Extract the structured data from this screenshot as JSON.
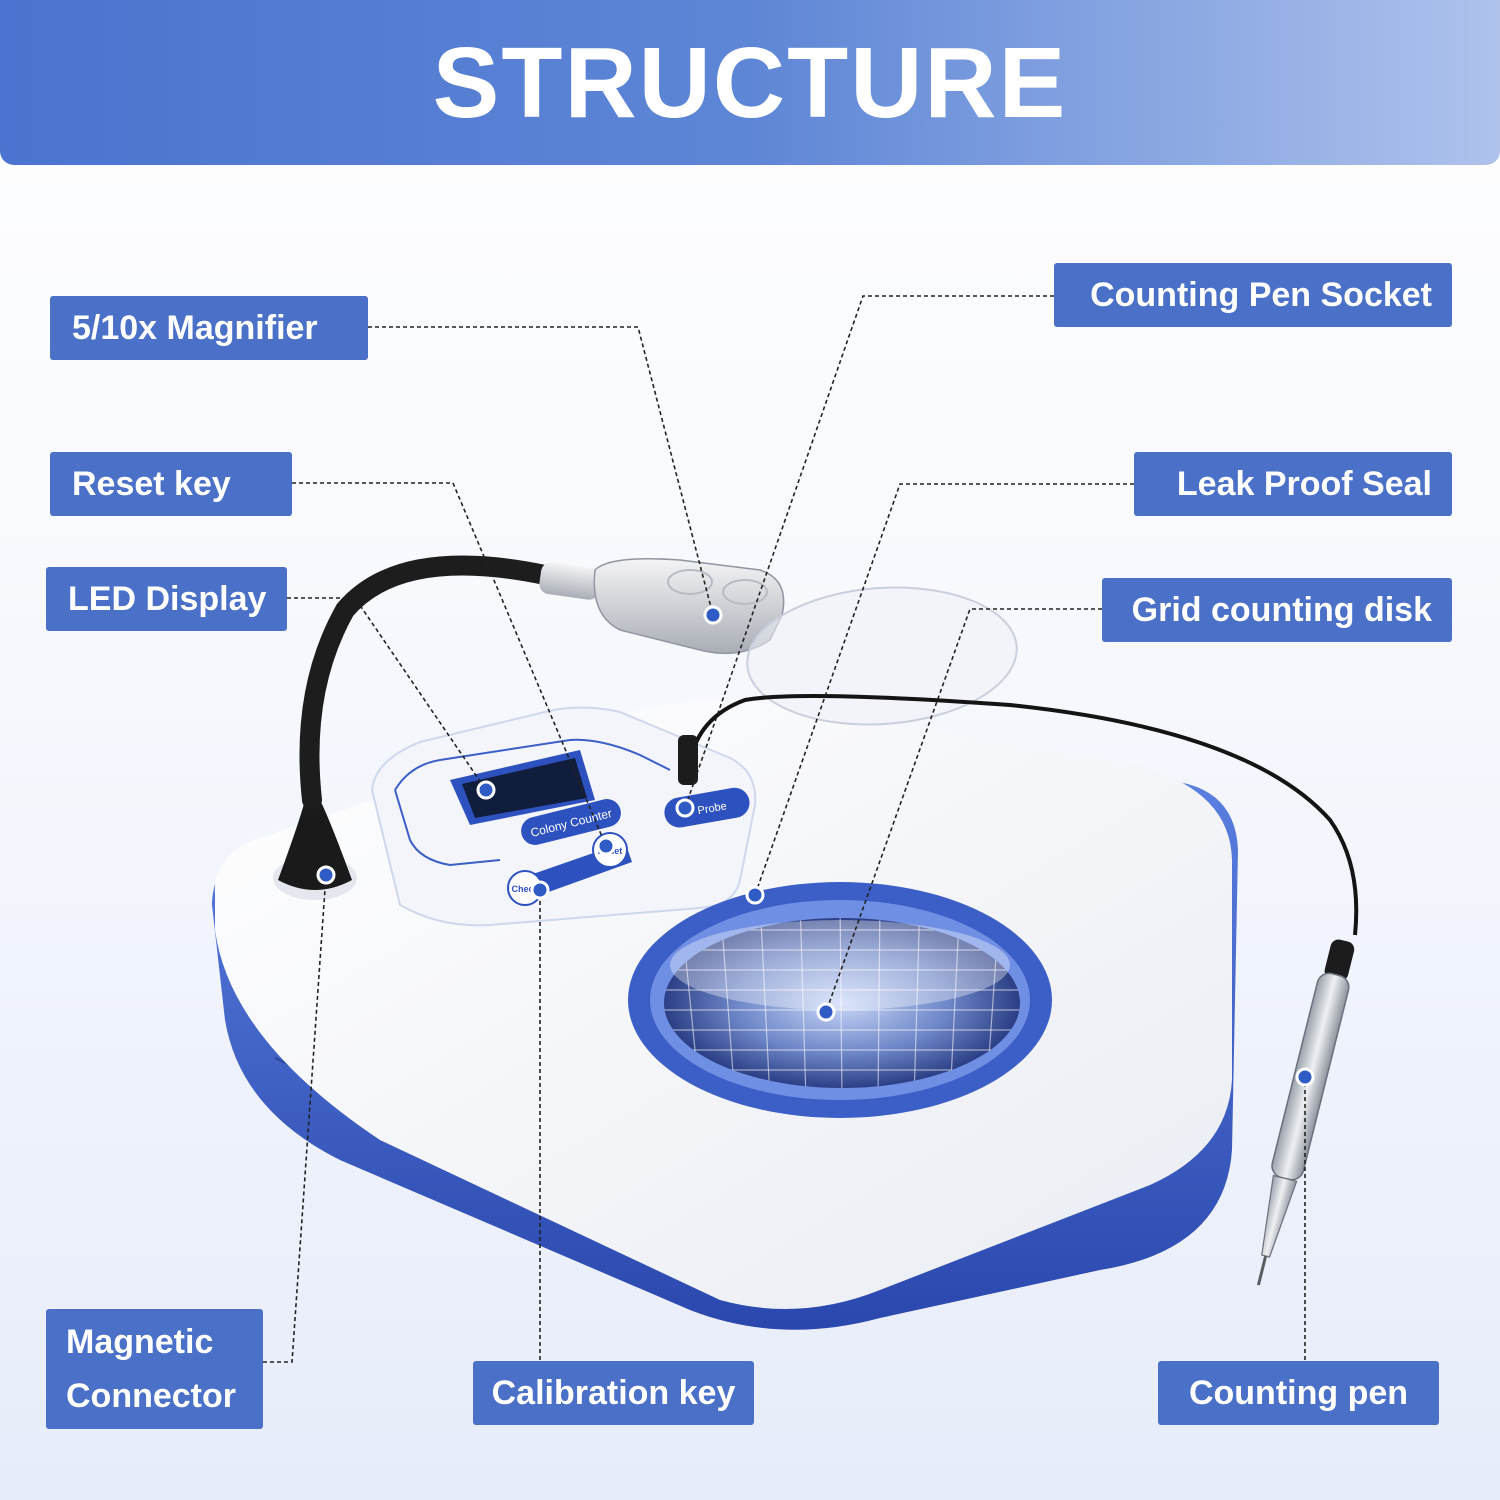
{
  "header": {
    "title": "STRUCTURE"
  },
  "labels": {
    "magnifier": "5/10x Magnifier",
    "reset_key": "Reset key",
    "led_display": "LED Display",
    "magnetic_connector_line1": "Magnetic",
    "magnetic_connector_line2": "Connector",
    "calibration_key": "Calibration key",
    "counting_pen_socket": "Counting Pen Socket",
    "leak_proof_seal": "Leak Proof Seal",
    "grid_counting_disk": "Grid counting disk",
    "counting_pen": "Counting pen"
  },
  "device_panel": {
    "product_text": "Colony Counter",
    "button_check": "Check",
    "button_reset": "Reset",
    "button_probe": "Probe"
  },
  "colors": {
    "banner_start": "#4a74cf",
    "banner_end": "#aec2ec",
    "label_bg": "#4a70c8",
    "device_blue": "#3b5fc6",
    "marker_dot": "#2f5cc4"
  }
}
